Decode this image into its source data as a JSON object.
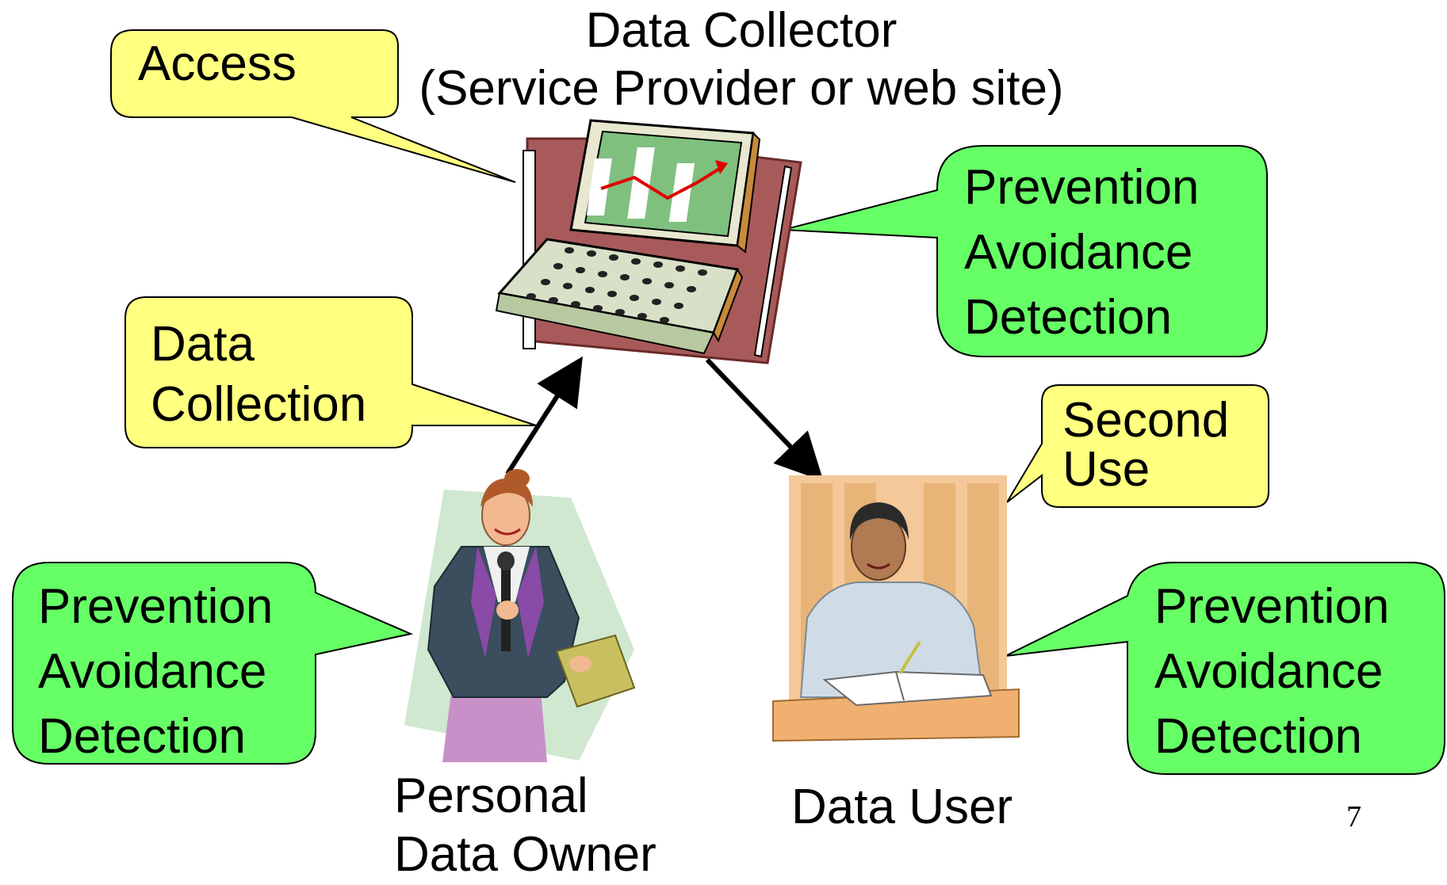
{
  "collector": {
    "title_line1": "Data Collector",
    "title_line2": "(Service Provider or web site)"
  },
  "owner": {
    "label_line1": "Personal",
    "label_line2": "Data Owner"
  },
  "user": {
    "label": "Data User"
  },
  "callouts": {
    "access": "Access",
    "data_collection": [
      "Data",
      "Collection"
    ],
    "second_use": [
      "Second",
      "Use"
    ],
    "controls_collector": [
      "Prevention",
      "Avoidance",
      "Detection"
    ],
    "controls_owner": [
      "Prevention",
      "Avoidance",
      "Detection"
    ],
    "controls_user": [
      "Prevention",
      "Avoidance",
      "Detection"
    ]
  },
  "page_number": "7",
  "colors": {
    "yellow_callout": "#ffff80",
    "green_callout": "#66ff66",
    "arrow": "#000000"
  }
}
